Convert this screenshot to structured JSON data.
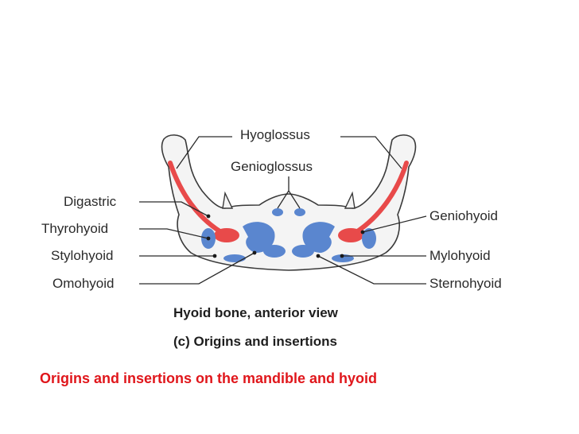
{
  "labels": {
    "hyoglossus": "Hyoglossus",
    "genioglossus": "Genioglossus",
    "digastric": "Digastric",
    "thyrohyoid": "Thyrohyoid",
    "stylohyoid": "Stylohyoid",
    "omohyoid": "Omohyoid",
    "geniohyoid": "Geniohyoid",
    "mylohyoid": "Mylohyoid",
    "sternohyoid": "Sternohyoid"
  },
  "figure_title": "Hyoid bone, anterior view",
  "figure_subtitle": "(c) Origins and insertions",
  "slide_caption": "Origins and insertions on the mandible and hyoid",
  "colors": {
    "origin": "#e84a4a",
    "insertion": "#5a86cf",
    "caption": "#e0161b"
  }
}
